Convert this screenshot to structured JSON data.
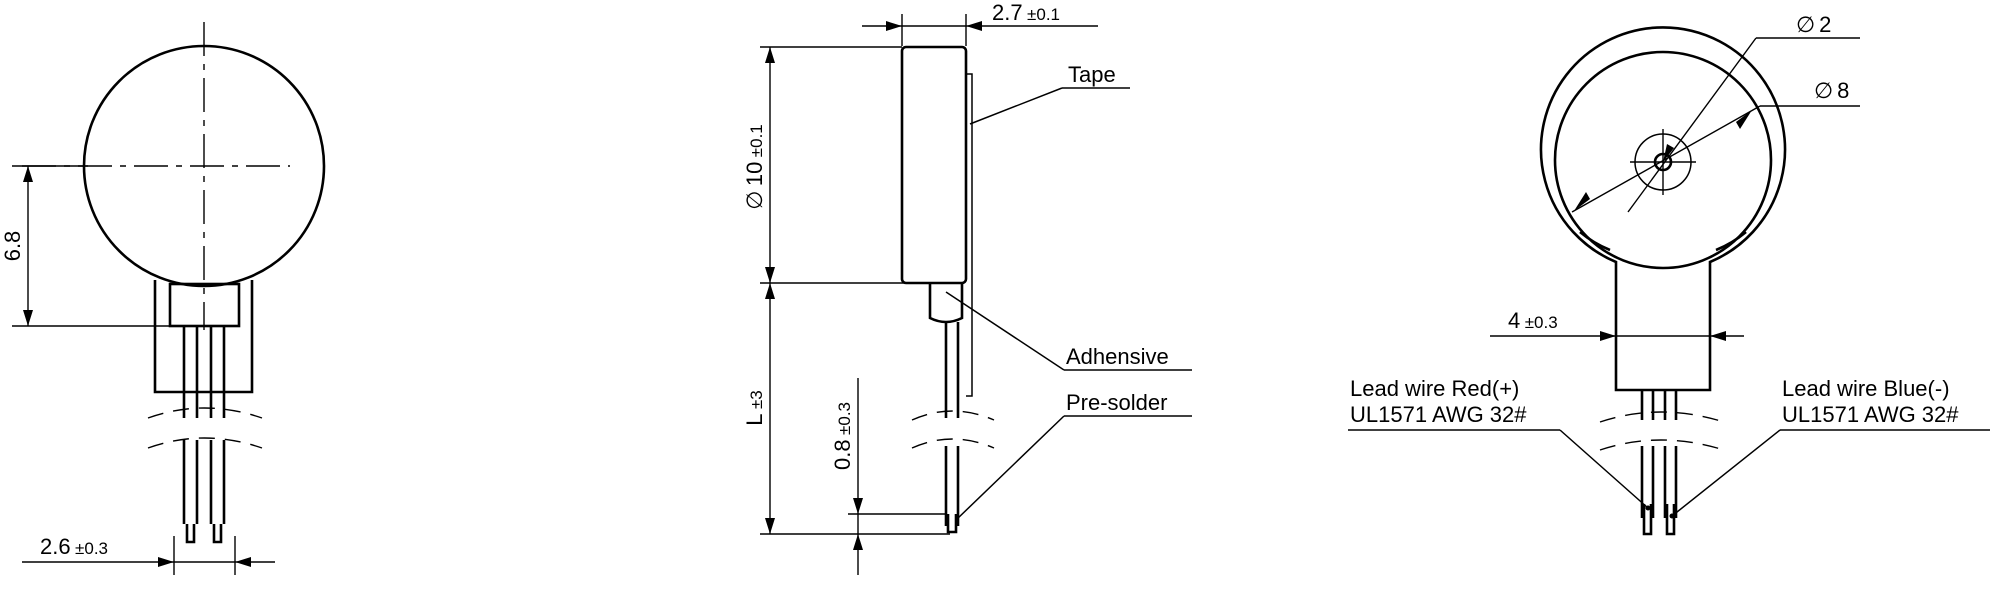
{
  "front_view": {
    "height_dim": "6.8",
    "pitch_dim": {
      "value": "2.6",
      "tol": "±0.3"
    }
  },
  "side_view": {
    "thickness_dim": {
      "value": "2.7",
      "tol": "±0.1"
    },
    "diameter_dim": {
      "symbol": "∅",
      "value": "10",
      "tol": "±0.1"
    },
    "lead_length_dim": {
      "value": "L",
      "tol": "±3"
    },
    "solder_dim": {
      "value": "0.8",
      "tol": "±0.3"
    },
    "callouts": {
      "tape": "Tape",
      "adhesive": "Adhensive",
      "pre_solder": "Pre-solder"
    }
  },
  "back_view": {
    "hole_dim": {
      "symbol": "∅",
      "value": "2"
    },
    "ring_dim": {
      "symbol": "∅",
      "value": "8"
    },
    "tab_width_dim": {
      "value": "4",
      "tol": "±0.3"
    },
    "lead_red": {
      "line1": "Lead wire Red(+)",
      "line2": "UL1571 AWG 32#"
    },
    "lead_blue": {
      "line1": "Lead wire Blue(-)",
      "line2": "UL1571 AWG 32#"
    }
  }
}
